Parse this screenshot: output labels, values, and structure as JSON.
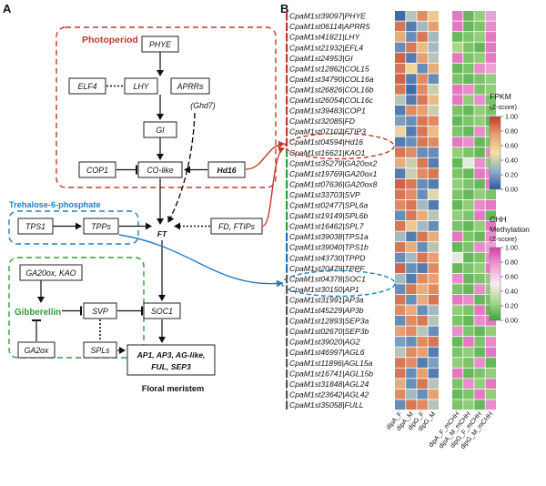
{
  "panel_a": {
    "letter": "A",
    "groups": {
      "photoperiod": "Photoperiod",
      "trehalose": "Trehalose-6-phosphate",
      "gibberellin": "Gibberellin",
      "floral_meristem": "Floral meristem"
    },
    "nodes": {
      "phye": "PHYE",
      "elf4": "ELF4",
      "lhy": "LHY",
      "aprrs": "APRRs",
      "ghd7": "(Ghd7)",
      "gi": "GI",
      "cop1": "COP1",
      "colike": "CO-like",
      "hd16": "Hd16",
      "tps1": "TPS1",
      "tpps": "TPPs",
      "ft": "FT",
      "fd_ftips": "FD, FTIPs",
      "ga20ox_kao": "GA20ox, KAO",
      "svp": "SVP",
      "soc1": "SOC1",
      "ga2ox": "GA2ox",
      "spls": "SPLs",
      "ap1_line1": "AP1, AP3, AG-like,",
      "ap1_line2": "FUL, SEP3"
    }
  },
  "panel_b": {
    "letter": "B",
    "genes": [
      "CpaM1st39097|PHYE",
      "CpaM1st06114|APRR5",
      "CpaM1st41821|LHY",
      "CpaM1st21932|EFL4",
      "CpaM1st24953|GI",
      "CpaM1st12862|COL15",
      "CpaM1st34790|COL16a",
      "CpaM1st26826|COL16b",
      "CpaM1st26054|COL16c",
      "CpaM1st39483|COP1",
      "CpaM1st32085|FD",
      "CpaM1st07102|FTIP3",
      "CpaM1st04594|Hd16",
      "CpaM1st16621|KAO1",
      "CpaM1st35279|GA20ox2",
      "CpaM1st19769|GA20ox1",
      "CpaM1st07636|GA20ox8",
      "CpaM1st33703|SVP",
      "CpaM1st02477|SPL6a",
      "CpaM1st19149|SPL6b",
      "CpaM1st16462|SPL7",
      "CpaM1st39038|TPS1a",
      "CpaM1st39040|TPS1b",
      "CpaM1st43730|TPPD",
      "CpaM1st20479|TPPF",
      "CpaM1st04378|SOC1",
      "CpaM1st30150|AP1",
      "CpaM1st31991|AP3a",
      "CpaM1st45229|AP3b",
      "CpaM1st12893|SEP3a",
      "CpaM1st02670|SEP3b",
      "CpaM1st39020|AG2",
      "CpaM1st46997|AGL6",
      "CpaM1st11896|AGL15a",
      "CpaM1st16741|AGL15b",
      "CpaM1st31848|AGL24",
      "CpaM1st23642|AGL42",
      "CpaM1st35058|FULL"
    ],
    "group_colors": [
      "#c0392b",
      "#c0392b",
      "#c0392b",
      "#c0392b",
      "#c0392b",
      "#c0392b",
      "#c0392b",
      "#c0392b",
      "#c0392b",
      "#c0392b",
      "#c0392b",
      "#c0392b",
      "#c0392b",
      "#2e9e3a",
      "#2e9e3a",
      "#2e9e3a",
      "#2e9e3a",
      "#2e9e3a",
      "#2e9e3a",
      "#2e9e3a",
      "#2e9e3a",
      "#1f6fb2",
      "#1f6fb2",
      "#1f6fb2",
      "#1f6fb2",
      "#555555",
      "#555555",
      "#555555",
      "#555555",
      "#555555",
      "#555555",
      "#555555",
      "#555555",
      "#555555",
      "#555555",
      "#555555",
      "#555555",
      "#555555"
    ],
    "fpkm_columns": [
      "dipA_F",
      "dipA_M",
      "dipG_F",
      "dipG_M"
    ],
    "chh_columns": [
      "dipA_F_mCHH",
      "dipA_M_mCHH",
      "dipG_F_mCHH",
      "dipG_M_mCHH"
    ],
    "fpkm_zscores": [
      [
        0.05,
        0.35,
        0.8,
        0.6
      ],
      [
        0.85,
        0.1,
        0.3,
        0.75
      ],
      [
        0.7,
        0.15,
        0.85,
        0.3
      ],
      [
        0.15,
        0.85,
        0.65,
        0.3
      ],
      [
        0.9,
        0.1,
        0.75,
        0.35
      ],
      [
        0.85,
        0.55,
        0.15,
        0.7
      ],
      [
        0.9,
        0.1,
        0.8,
        0.15
      ],
      [
        0.85,
        0.05,
        0.8,
        0.4
      ],
      [
        0.35,
        0.1,
        0.85,
        0.65
      ],
      [
        0.1,
        0.8,
        0.75,
        0.4
      ],
      [
        0.2,
        0.15,
        0.85,
        0.8
      ],
      [
        0.55,
        0.1,
        0.85,
        0.65
      ],
      [
        0.1,
        0.15,
        0.85,
        0.8
      ],
      [
        0.85,
        0.8,
        0.15,
        0.15
      ],
      [
        0.7,
        0.4,
        0.85,
        0.1
      ],
      [
        0.1,
        0.4,
        0.8,
        0.85
      ],
      [
        0.9,
        0.85,
        0.15,
        0.1
      ],
      [
        0.85,
        0.8,
        0.15,
        0.45
      ],
      [
        0.8,
        0.85,
        0.3,
        0.1
      ],
      [
        0.15,
        0.85,
        0.7,
        0.35
      ],
      [
        0.85,
        0.6,
        0.3,
        0.15
      ],
      [
        0.3,
        0.1,
        0.85,
        0.7
      ],
      [
        0.85,
        0.7,
        0.15,
        0.35
      ],
      [
        0.15,
        0.3,
        0.85,
        0.75
      ],
      [
        0.9,
        0.15,
        0.1,
        0.8
      ],
      [
        0.3,
        0.1,
        0.8,
        0.75
      ],
      [
        0.15,
        0.85,
        0.7,
        0.8
      ],
      [
        0.85,
        0.15,
        0.7,
        0.85
      ],
      [
        0.8,
        0.7,
        0.15,
        0.3
      ],
      [
        0.15,
        0.8,
        0.85,
        0.35
      ],
      [
        0.75,
        0.8,
        0.35,
        0.15
      ],
      [
        0.2,
        0.15,
        0.8,
        0.85
      ],
      [
        0.35,
        0.8,
        0.75,
        0.1
      ],
      [
        0.85,
        0.8,
        0.1,
        0.2
      ],
      [
        0.85,
        0.15,
        0.75,
        0.1
      ],
      [
        0.7,
        0.15,
        0.85,
        0.35
      ],
      [
        0.8,
        0.3,
        0.15,
        0.75
      ],
      [
        0.15,
        0.85,
        0.8,
        0.35
      ]
    ],
    "chh_zscores": [
      [
        0.85,
        0.1,
        0.2,
        0.75
      ],
      [
        0.85,
        0.1,
        0.15,
        0.8
      ],
      [
        0.1,
        0.15,
        0.2,
        0.85
      ],
      [
        0.25,
        0.15,
        0.1,
        0.85
      ],
      [
        0.85,
        0.15,
        0.2,
        0.85
      ],
      [
        0.1,
        0.15,
        0.8,
        0.75
      ],
      [
        0.15,
        0.1,
        0.15,
        0.2
      ],
      [
        0.85,
        0.8,
        0.15,
        0.2
      ],
      [
        0.85,
        0.2,
        0.8,
        0.15
      ],
      [
        0.15,
        0.1,
        0.2,
        0.15
      ],
      [
        0.1,
        0.15,
        0.2,
        0.1
      ],
      [
        0.15,
        0.1,
        0.8,
        0.2
      ],
      [
        0.85,
        0.8,
        0.1,
        0.15
      ],
      [
        0.2,
        0.15,
        0.1,
        0.8
      ],
      [
        0.1,
        0.45,
        0.8,
        0.2
      ],
      [
        0.15,
        0.1,
        0.85,
        0.8
      ],
      [
        0.2,
        0.15,
        0.1,
        0.85
      ],
      [
        0.15,
        0.1,
        0.2,
        0.15
      ],
      [
        0.1,
        0.2,
        0.8,
        0.85
      ],
      [
        0.2,
        0.15,
        0.85,
        0.1
      ],
      [
        0.15,
        0.1,
        0.2,
        0.85
      ],
      [
        0.85,
        0.15,
        0.1,
        0.8
      ],
      [
        0.1,
        0.15,
        0.8,
        0.75
      ],
      [
        0.45,
        0.1,
        0.15,
        0.8
      ],
      [
        0.1,
        0.15,
        0.2,
        0.85
      ],
      [
        0.8,
        0.1,
        0.15,
        0.2
      ],
      [
        0.15,
        0.1,
        0.8,
        0.2
      ],
      [
        0.85,
        0.8,
        0.1,
        0.15
      ],
      [
        0.2,
        0.15,
        0.85,
        0.1
      ],
      [
        0.15,
        0.1,
        0.8,
        0.85
      ],
      [
        0.8,
        0.15,
        0.1,
        0.2
      ],
      [
        0.1,
        0.85,
        0.15,
        0.8
      ],
      [
        0.15,
        0.2,
        0.1,
        0.85
      ],
      [
        0.2,
        0.15,
        0.8,
        0.1
      ],
      [
        0.85,
        0.1,
        0.15,
        0.2
      ],
      [
        0.15,
        0.8,
        0.2,
        0.85
      ],
      [
        0.1,
        0.15,
        0.85,
        0.2
      ],
      [
        0.15,
        0.2,
        0.1,
        0.8
      ]
    ],
    "legend_fpkm": {
      "title_line1": "FPKM",
      "title_line2": "(Z-score)",
      "ticks": [
        "1.00",
        "0.80",
        "0.60",
        "0.40",
        "0.20",
        "0.00"
      ],
      "colors": [
        "#c0392b",
        "#e8a070",
        "#f2e2a0",
        "#8fb0c8",
        "#2c5aa0"
      ]
    },
    "legend_chh": {
      "title_line1": "CHH",
      "title_line2": "Methylation",
      "title_line3": "(Z-score)",
      "ticks": [
        "1.00",
        "0.80",
        "0.60",
        "0.40",
        "0.20",
        "0.00"
      ],
      "colors": [
        "#d63fa8",
        "#ee9fd4",
        "#f6eef3",
        "#a8d88a",
        "#3aa53a"
      ]
    }
  }
}
